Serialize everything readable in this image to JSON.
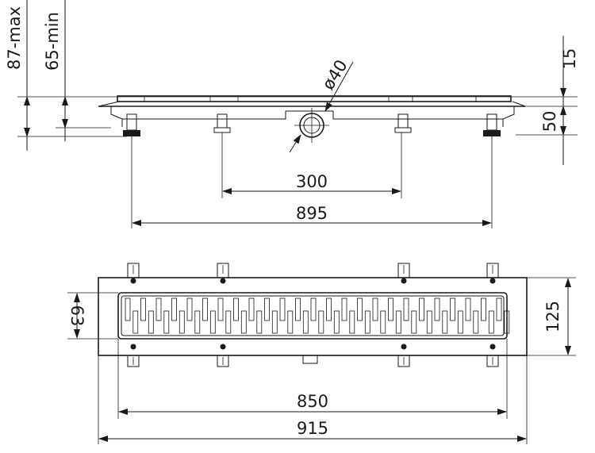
{
  "side_view": {
    "height_max_label": "87-max",
    "height_min_label": "65-min",
    "grate_height_label": "15",
    "body_height_label": "50",
    "outlet_diameter_label": "ø40",
    "inner_feet_spacing_label": "300",
    "outer_feet_spacing_label": "895"
  },
  "top_view": {
    "grate_width_label": "63",
    "body_width_label": "125",
    "grate_length_label": "850",
    "total_length_label": "915"
  }
}
